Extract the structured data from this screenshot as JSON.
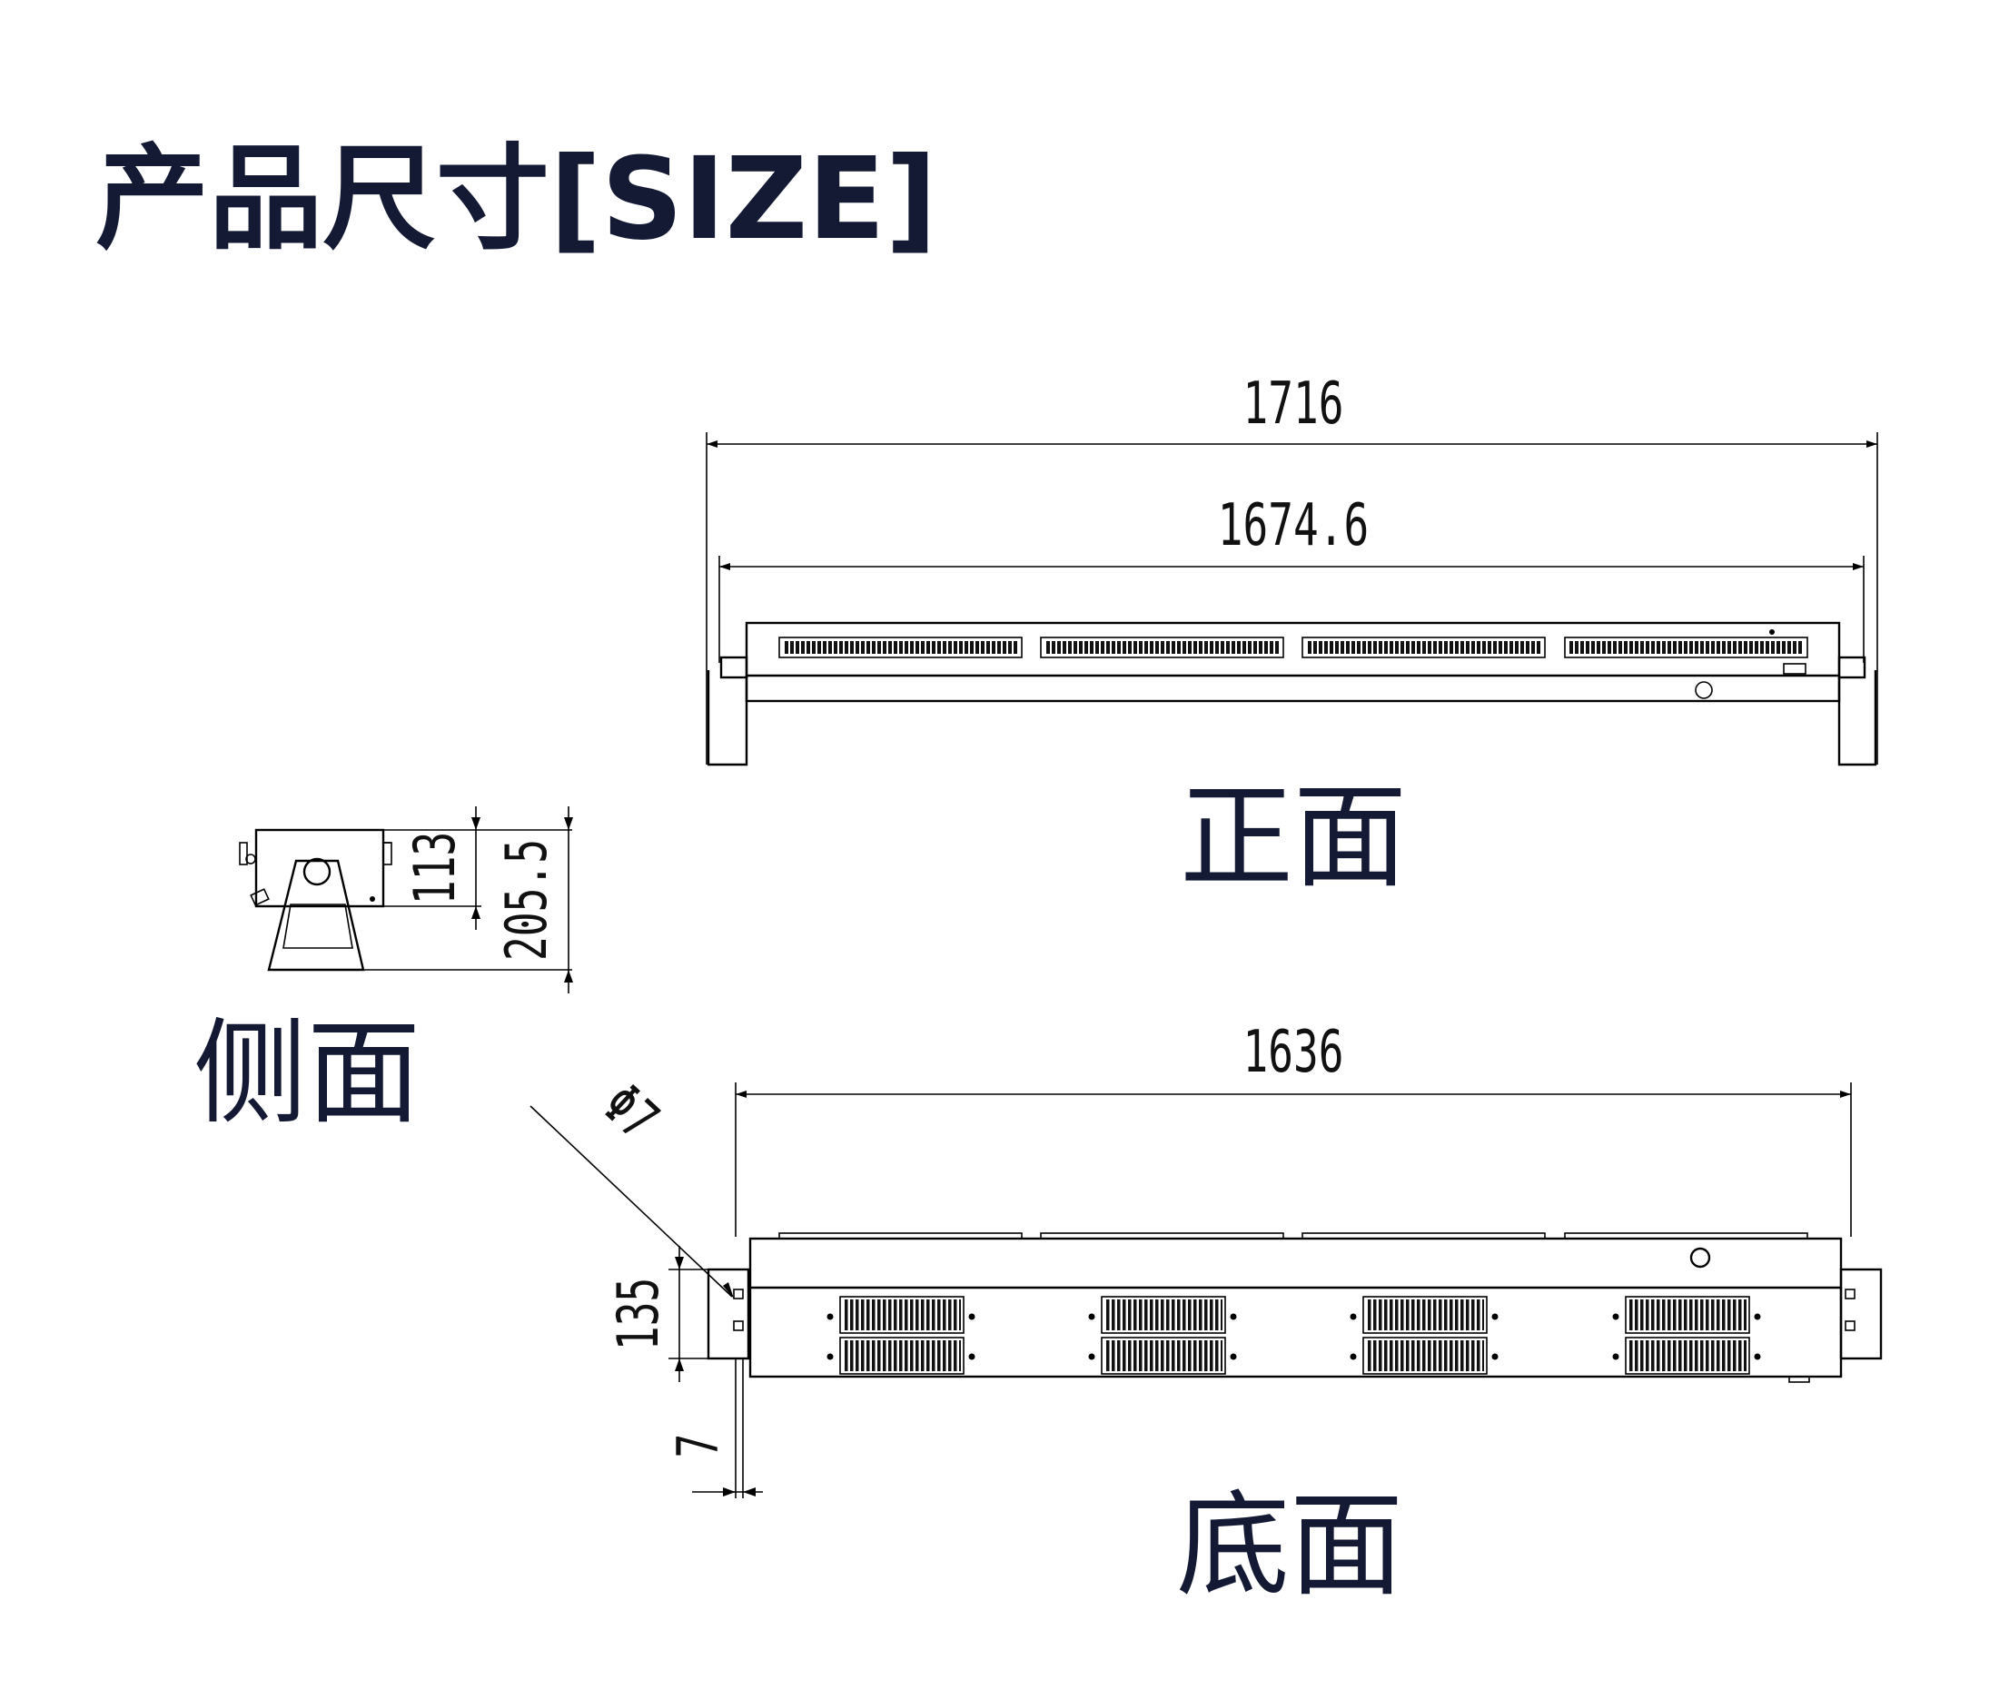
{
  "title": "产品尺寸[SIZE]",
  "views": {
    "front": "正面",
    "side": "侧面",
    "bottom": "底面"
  },
  "dimensions": {
    "overall_length": "1716",
    "body_length": "1674.6",
    "bottom_length": "1636",
    "side_height_body": "113",
    "side_height_total": "205.5",
    "bottom_depth": "135",
    "hole_diameter": "Φ7",
    "edge_offset": "7"
  },
  "colors": {
    "title": "#141a33",
    "line": "#000000"
  }
}
